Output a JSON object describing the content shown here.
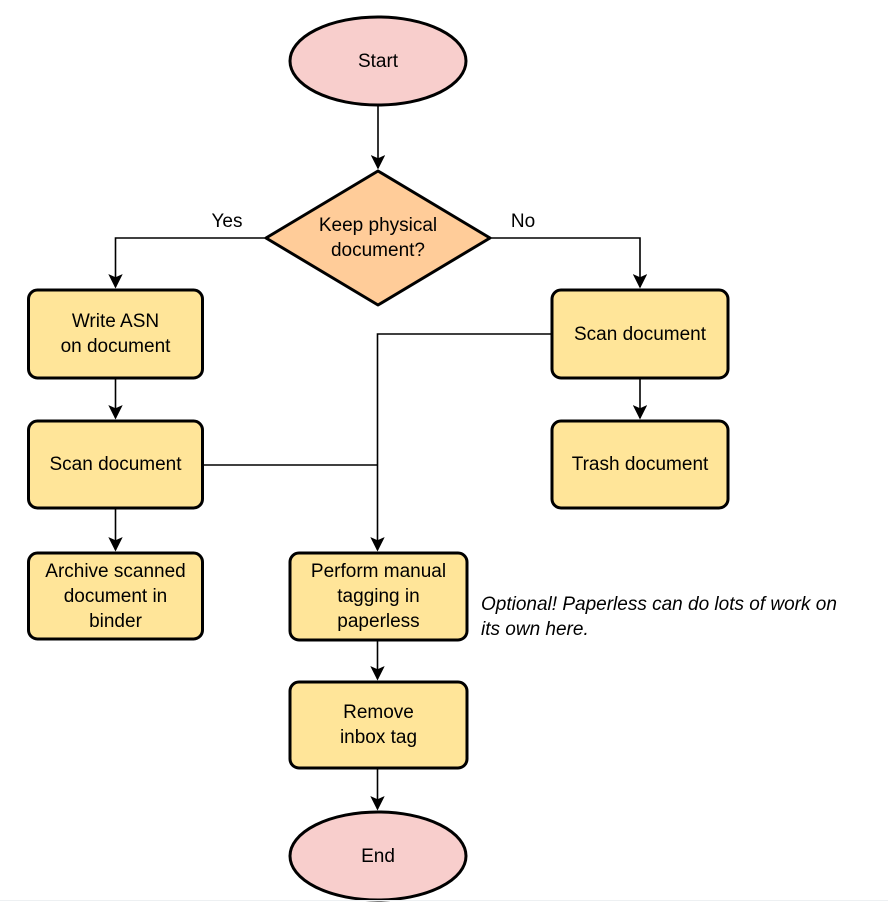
{
  "diagram": {
    "type": "flowchart",
    "nodes": {
      "start": {
        "shape": "terminal",
        "label": "Start"
      },
      "decision": {
        "shape": "decision",
        "label": "Keep physical\ndocument?"
      },
      "write_asn": {
        "shape": "process",
        "label": "Write ASN\non document"
      },
      "scan_left": {
        "shape": "process",
        "label": "Scan document"
      },
      "archive": {
        "shape": "process",
        "label": "Archive scanned\ndocument in\nbinder"
      },
      "scan_right": {
        "shape": "process",
        "label": "Scan document"
      },
      "trash": {
        "shape": "process",
        "label": "Trash document"
      },
      "tagging": {
        "shape": "process",
        "label": "Perform manual\ntagging in\npaperless"
      },
      "remove_inbox": {
        "shape": "process",
        "label": "Remove\ninbox tag"
      },
      "end": {
        "shape": "terminal",
        "label": "End"
      }
    },
    "edges": [
      {
        "from": "start",
        "to": "decision"
      },
      {
        "from": "decision",
        "to": "write_asn",
        "label": "Yes"
      },
      {
        "from": "decision",
        "to": "scan_right",
        "label": "No"
      },
      {
        "from": "write_asn",
        "to": "scan_left"
      },
      {
        "from": "scan_left",
        "to": "archive"
      },
      {
        "from": "scan_left",
        "to": "tagging"
      },
      {
        "from": "scan_right",
        "to": "trash"
      },
      {
        "from": "scan_right",
        "to": "tagging"
      },
      {
        "from": "tagging",
        "to": "remove_inbox"
      },
      {
        "from": "remove_inbox",
        "to": "end"
      }
    ],
    "annotation": "Optional! Paperless can do lots of work on\nits own here.",
    "colors": {
      "terminal_fill": "#F8CECC",
      "decision_fill": "#FFCC99",
      "process_fill": "#FFE599",
      "stroke": "#000000"
    }
  }
}
